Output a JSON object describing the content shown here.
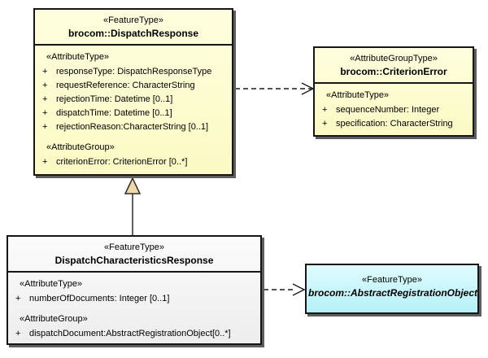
{
  "colors": {
    "box_yellow": "#FBFAC4",
    "box_gray": "#EDEDED",
    "box_cyan": "#B4F1F7",
    "border": "#161616",
    "shadow": "#5E5E5E",
    "generalization_triangle_fill": "#F0D8A8",
    "background": "#FFFFFF"
  },
  "boxes": {
    "dispatch_response": {
      "stereotype": "«FeatureType»",
      "title": "brocom::DispatchResponse",
      "attribute_type_label": "«AttributeType»",
      "attributes": [
        {
          "vis": "+",
          "text": "responseType: DispatchResponseType"
        },
        {
          "vis": "+",
          "text": "requestReference: CharacterString"
        },
        {
          "vis": "+",
          "text": "rejectionTime: Datetime [0..1]"
        },
        {
          "vis": "+",
          "text": "dispatchTime: Datetime [0..1]"
        },
        {
          "vis": "+",
          "text": "rejectionReason:CharacterString [0..1]"
        }
      ],
      "attribute_group_label": "«AttributeGroup»",
      "group_attributes": [
        {
          "vis": "+",
          "text": "criterionError: CriterionError [0..*]"
        }
      ]
    },
    "criterion_error": {
      "stereotype": "«AttributeGroupType»",
      "title": "brocom::CriterionError",
      "attribute_type_label": "«AttributeType»",
      "attributes": [
        {
          "vis": "+",
          "text": "sequenceNumber: Integer"
        },
        {
          "vis": "+",
          "text": "specification: CharacterString"
        }
      ]
    },
    "dispatch_characteristics_response": {
      "stereotype": "«FeatureType»",
      "title": "DispatchCharacteristicsResponse",
      "attribute_type_label": "«AttributeType»",
      "attributes": [
        {
          "vis": "+",
          "text": "numberOfDocuments: Integer [0..1]"
        }
      ],
      "attribute_group_label": "«AttributeGroup»",
      "group_attributes": [
        {
          "vis": "+",
          "text": "dispatchDocument:AbstractRegistrationObject[0..*]"
        }
      ]
    },
    "abstract_registration_object": {
      "stereotype": "«FeatureType»",
      "title": "brocom::AbstractRegistrationObject"
    }
  },
  "connectors": {
    "dependency_to_criterion_error": {
      "type": "dependency",
      "style": "dashed-open-arrow"
    },
    "generalization_to_dispatch_response": {
      "type": "generalization",
      "style": "solid-hollow-triangle"
    },
    "dependency_to_abstract_registration_object": {
      "type": "dependency",
      "style": "dashed-open-arrow"
    }
  }
}
